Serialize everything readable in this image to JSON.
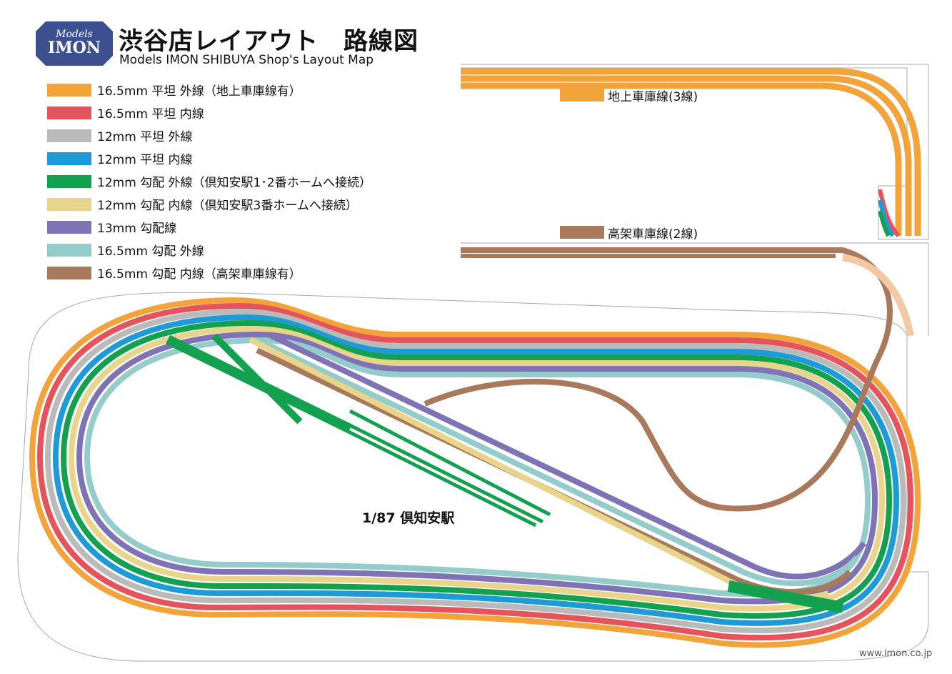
{
  "header": {
    "logo_small": "Models",
    "logo_brand": "IMON",
    "title": "渋谷店レイアウト　路線図",
    "subtitle": "Models IMON SHIBUYA Shop's Layout Map"
  },
  "legend": [
    {
      "label": "16.5mm 平坦 外線（地上車庫線有）",
      "color": "#f2a33a"
    },
    {
      "label": "16.5mm 平坦 内線",
      "color": "#e5545c"
    },
    {
      "label": "12mm 平坦 外線",
      "color": "#b9bbbb"
    },
    {
      "label": "12mm 平坦 内線",
      "color": "#1e9ad6"
    },
    {
      "label": "12mm 勾配 外線（倶知安駅1･2番ホームへ接続）",
      "color": "#13a150"
    },
    {
      "label": "12mm 勾配 内線（倶知安駅3番ホームへ接続）",
      "color": "#e8d48a"
    },
    {
      "label": "13mm 勾配線",
      "color": "#7f73b6"
    },
    {
      "label": "16.5mm 勾配 外線",
      "color": "#94cccc"
    },
    {
      "label": "16.5mm 勾配 内線（高架車庫線有）",
      "color": "#a8795a"
    }
  ],
  "map_labels": {
    "ground_depot": "地上車庫線(3線)",
    "elevated_depot": "高架車庫線(2線)",
    "station": "1/87 倶知安駅"
  },
  "footer": {
    "url": "www.imon.co.jp"
  },
  "colors": {
    "logo_bg": "#3c4f8f",
    "outline": "#999999"
  }
}
